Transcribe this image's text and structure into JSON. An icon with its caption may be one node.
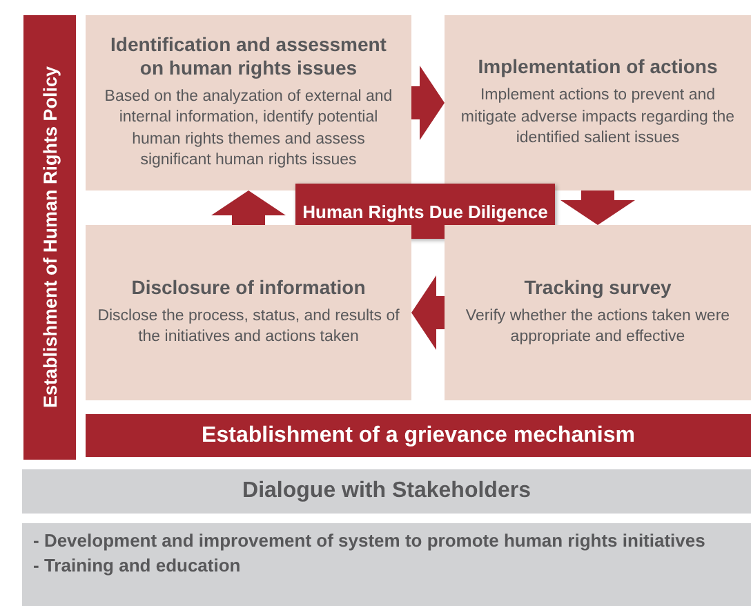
{
  "diagram": {
    "nodes": [
      {
        "text": [
          "Establishment of Human Rights Policy"
        ]
      },
      {
        "text": [
          "Identification and assessment on human rights issues",
          "Based on the analyzation of external and internal information, identify potential human rights themes and assess significant human rights issues"
        ]
      },
      {
        "text": [
          "Implementation of actions",
          "Implement actions to prevent and mitigate adverse impacts regarding the identified salient issues"
        ]
      },
      {
        "text": [
          "Human Rights Due Diligence"
        ]
      },
      {
        "text": [
          "Disclosure of information",
          "Disclose the process, status, and results of the initiatives and actions taken"
        ]
      },
      {
        "text": [
          "Tracking survey",
          "Verify whether the actions taken were appropriate and effective"
        ]
      },
      {
        "text": [
          "Establishment of a grievance mechanism"
        ]
      },
      {
        "text": [
          "Dialogue with Stakeholders"
        ]
      },
      {
        "text": [
          "- Development and improvement of system to promote human rights initiatives",
          "- Training and education"
        ]
      }
    ],
    "edges": [
      {
        "from": 1,
        "to": 2,
        "arrow": "to"
      },
      {
        "from": 2,
        "to": 5,
        "arrow": "to"
      },
      {
        "from": 5,
        "to": 4,
        "arrow": "to"
      },
      {
        "from": 4,
        "to": 1,
        "arrow": "to"
      }
    ]
  }
}
